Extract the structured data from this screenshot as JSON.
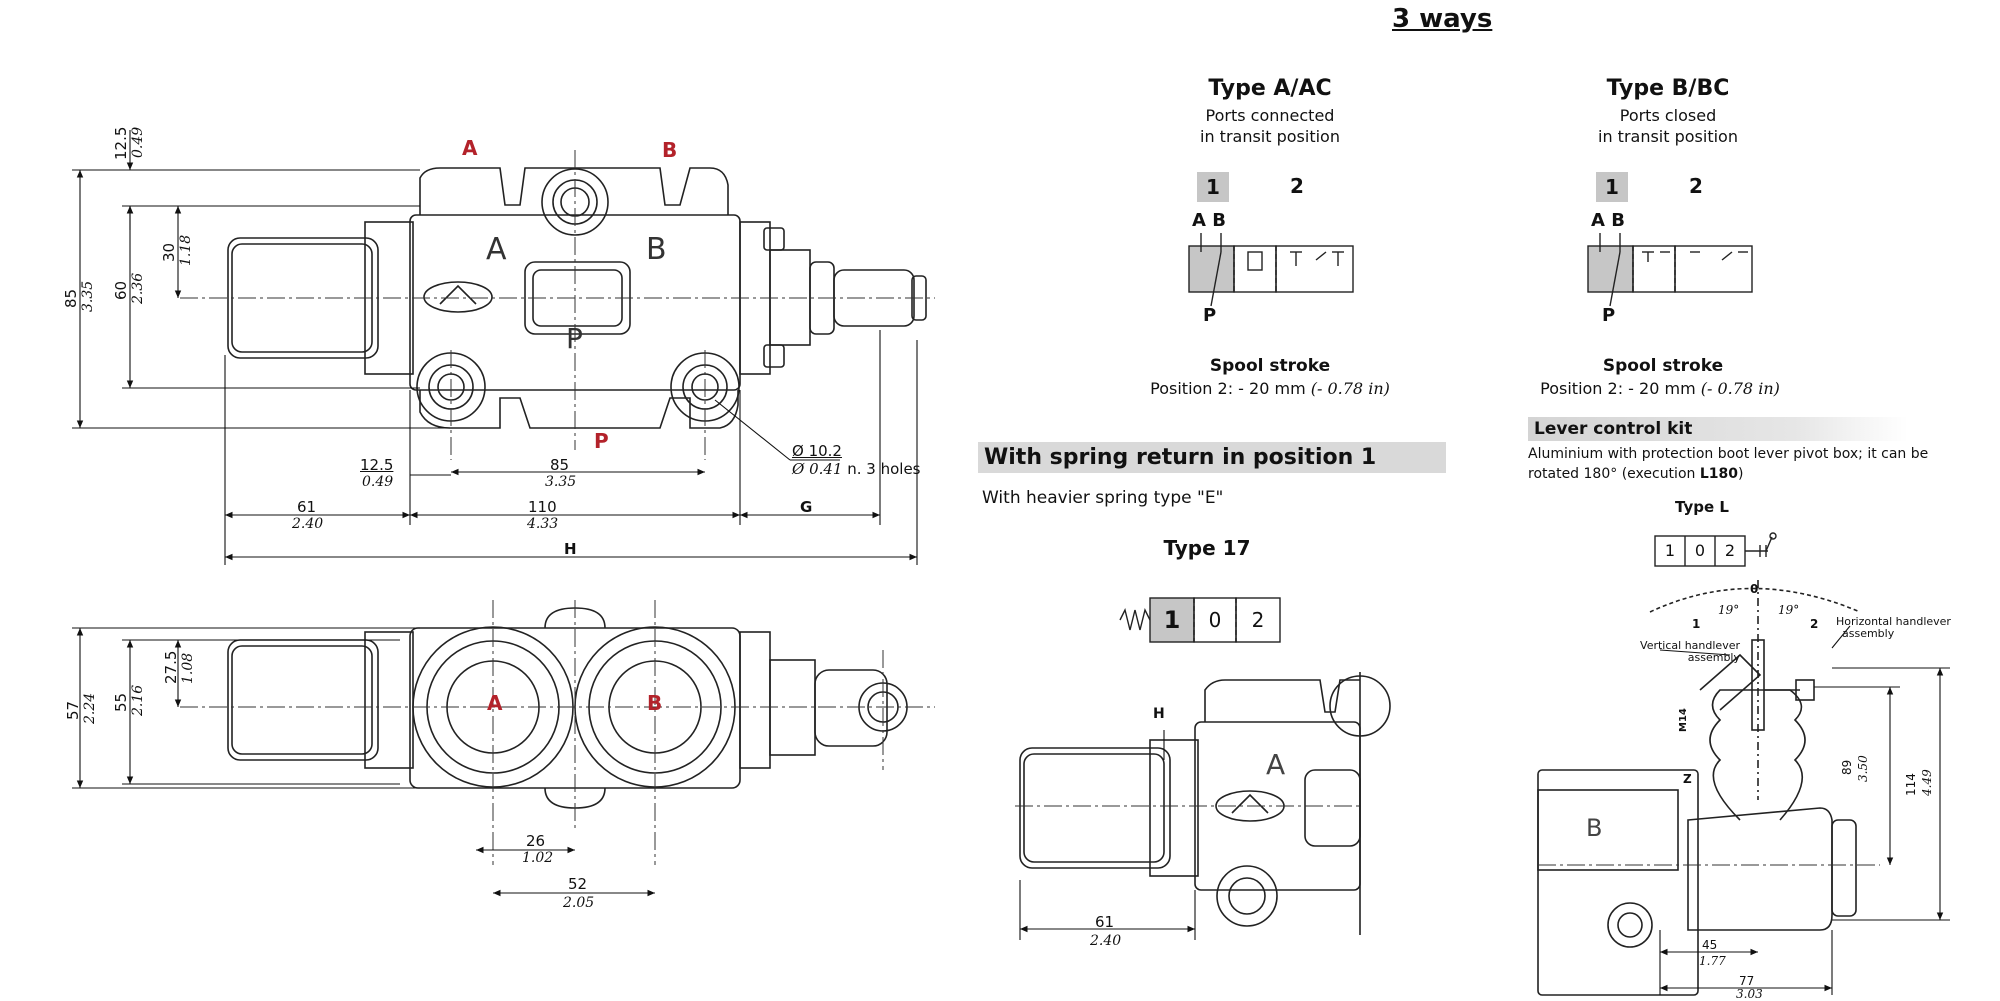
{
  "title": "3 ways",
  "type_a": {
    "title": "Type A/AC",
    "desc_line1": "Ports connected",
    "desc_line2": "in transit position",
    "pos1": "1",
    "pos2": "2",
    "ports_top": "A B",
    "port_bottom": "P",
    "spool_title": "Spool stroke",
    "spool_pos": "Position 2: - 20 mm",
    "spool_in": "(- 0.78 in)"
  },
  "type_b": {
    "title": "Type B/BC",
    "desc_line1": "Ports closed",
    "desc_line2": "in transit position",
    "pos1": "1",
    "pos2": "2",
    "ports_top": "A B",
    "port_bottom": "P",
    "spool_title": "Spool stroke",
    "spool_pos": "Position 2: - 20 mm",
    "spool_in": "(- 0.78 in)"
  },
  "spring_section": {
    "heading": "With spring return in position 1",
    "text": "With heavier spring type \"E\"",
    "type_title": "Type 17",
    "positions": [
      "1",
      "0",
      "2"
    ],
    "dim_h": "H",
    "dim_61": "61",
    "dim_61_in": "2.40",
    "port_a": "A"
  },
  "lever_kit": {
    "heading": "Lever control kit",
    "text_line1": "Aluminium with protection boot lever pivot box; it can be",
    "text_line2_pre": "rotated 180° (execution ",
    "text_line2_bold": "L180",
    "text_line2_post": ")",
    "type_title": "Type L",
    "positions": [
      "1",
      "0",
      "2"
    ],
    "angle_0": "0",
    "angle_1": "1",
    "angle_2": "2",
    "angle_left": "19°",
    "angle_right": "19°",
    "horizontal_label_1": "Horizontal handlever",
    "horizontal_label_2": "assembly",
    "vertical_label_1": "Vertical handlever",
    "vertical_label_2": "assembly",
    "dim_m14": "M14",
    "dim_z": "Z",
    "dim_89": "89",
    "dim_89_in": "3.50",
    "dim_114": "114",
    "dim_114_in": "4.49",
    "dim_45": "45",
    "dim_45_in": "1.77",
    "dim_77": "77",
    "dim_77_in": "3.03",
    "port_b": "B"
  },
  "top_view": {
    "port_a_red": "A",
    "port_b_red": "B",
    "port_p_red": "P",
    "cast_a": "A",
    "cast_b": "B",
    "cast_p": "P",
    "dim_125_top": "12.5",
    "dim_125_top_in": "0.49",
    "dim_85_side": "85",
    "dim_85_side_in": "3.35",
    "dim_60": "60",
    "dim_60_in": "2.36",
    "dim_30": "30",
    "dim_30_in": "1.18",
    "dim_125_bottom": "12.5",
    "dim_125_bottom_in": "0.49",
    "dim_85_bottom": "85",
    "dim_85_bottom_in": "3.35",
    "hole_dia": "Ø 10.2",
    "hole_dia_in": "Ø 0.41",
    "hole_count": "n. 3 holes",
    "dim_61": "61",
    "dim_61_in": "2.40",
    "dim_110": "110",
    "dim_110_in": "4.33",
    "dim_g": "G",
    "dim_h": "H"
  },
  "bottom_view": {
    "port_a": "A",
    "port_b": "B",
    "dim_57": "57",
    "dim_57_in": "2.24",
    "dim_55": "55",
    "dim_55_in": "2.16",
    "dim_275": "27.5",
    "dim_275_in": "1.08",
    "dim_26": "26",
    "dim_26_in": "1.02",
    "dim_52": "52",
    "dim_52_in": "2.05"
  }
}
